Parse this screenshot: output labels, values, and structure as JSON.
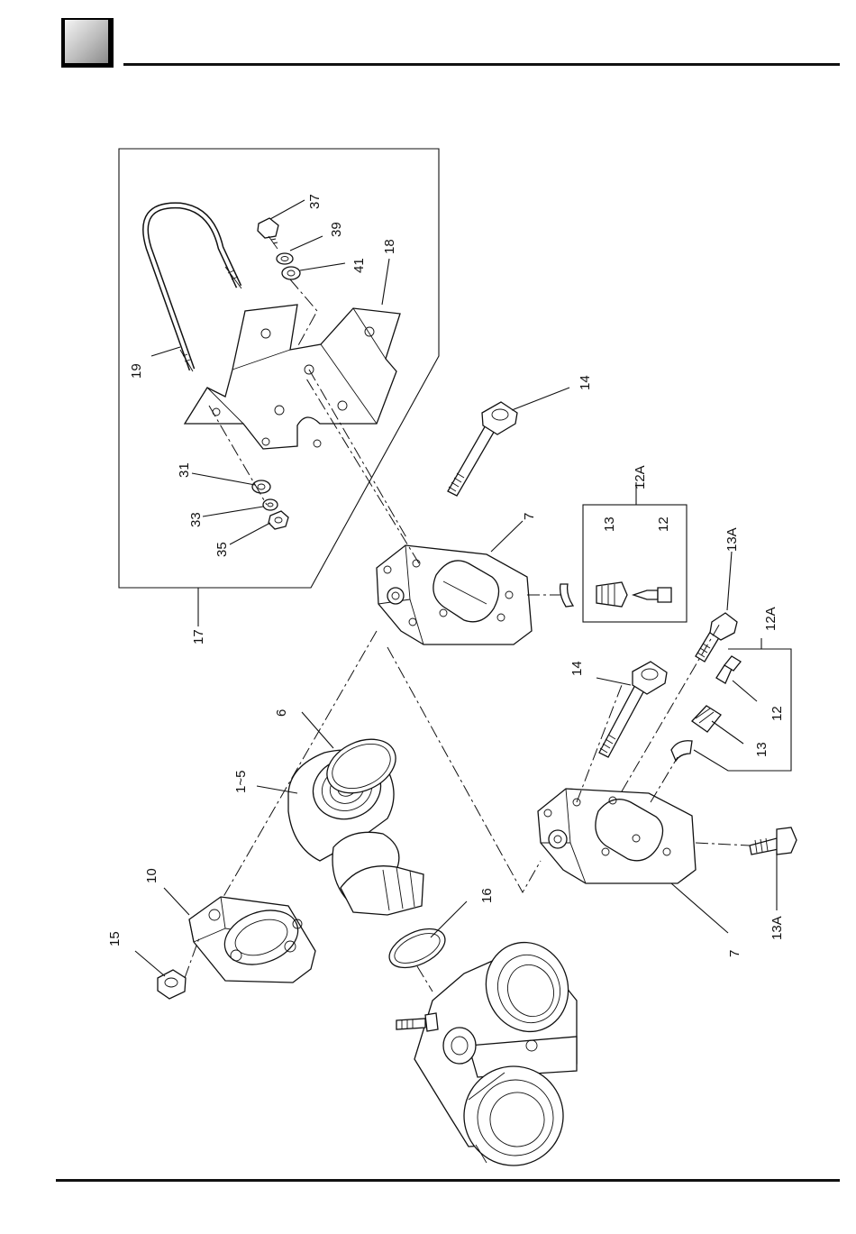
{
  "labels": {
    "p17": "17",
    "p18": "18",
    "p19": "19",
    "p31": "31",
    "p33": "33",
    "p35": "35",
    "p37": "37",
    "p39": "39",
    "p41": "41",
    "p14a": "14",
    "p14b": "14",
    "p7a": "7",
    "p7b": "7",
    "p12Aa": "12A",
    "p12Ab": "12A",
    "p13a": "13",
    "p13b": "13",
    "p12a": "12",
    "p12b": "12",
    "p13Aa": "13A",
    "p13Ab": "13A",
    "p6": "6",
    "p1_5": "1~5",
    "p10": "10",
    "p15": "15",
    "p16": "16"
  }
}
